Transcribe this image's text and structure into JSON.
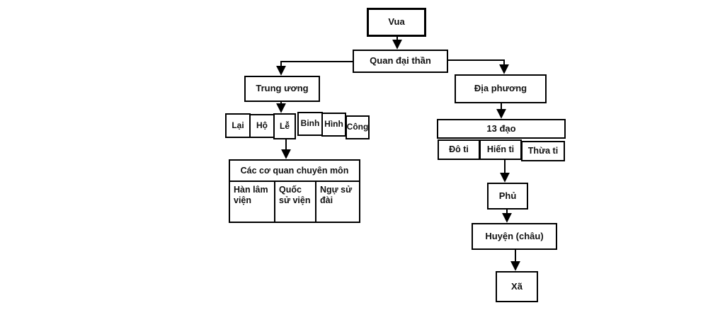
{
  "nodes": {
    "vua": "Vua",
    "quan_dai_than": "Quan đại thần",
    "trung_uong": "Trung ương",
    "dia_phuong": "Địa phương",
    "ministries": [
      "Lại",
      "Hộ",
      "Lễ",
      "Binh",
      "Hình",
      "Công"
    ],
    "chuyen_mon": {
      "header": "Các cơ quan chuyên môn",
      "cells": [
        "Hàn lâm viện",
        "Quốc sử viện",
        "Ngự sử đài"
      ]
    },
    "dao": {
      "header": "13 đạo",
      "cells": [
        "Đô ti",
        "Hiến ti",
        "Thừa ti"
      ]
    },
    "phu": "Phủ",
    "huyen": "Huyện (châu)",
    "xa": "Xã"
  },
  "edges": [
    {
      "from": "Vua",
      "to": "Quan đại thần"
    },
    {
      "from": "Quan đại thần",
      "to": "Trung ương"
    },
    {
      "from": "Quan đại thần",
      "to": "Địa phương"
    },
    {
      "from": "Trung ương",
      "to": "Lại, Hộ, Lễ, Binh, Hình, Công"
    },
    {
      "from": "Lại, Hộ, Lễ, Binh, Hình, Công",
      "to": "Các cơ quan chuyên môn"
    },
    {
      "from": "Địa phương",
      "to": "13 đạo"
    },
    {
      "from": "13 đạo",
      "to": "Phủ"
    },
    {
      "from": "Phủ",
      "to": "Huyện (châu)"
    },
    {
      "from": "Huyện (châu)",
      "to": "Xã"
    }
  ],
  "colors": {
    "line": "#000000",
    "background": "#ffffff"
  }
}
